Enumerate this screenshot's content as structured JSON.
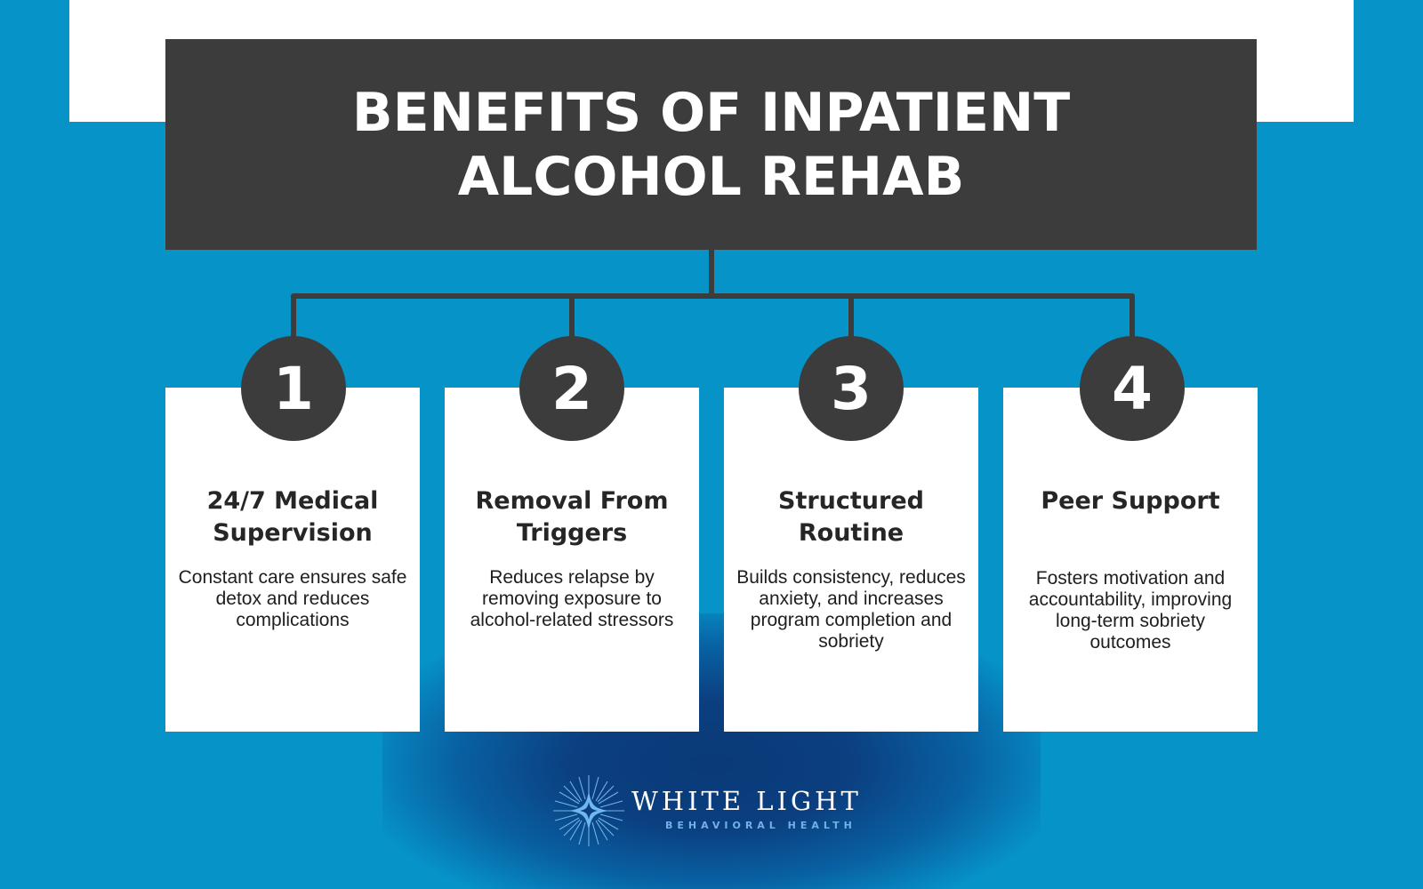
{
  "header": {
    "title_line1": "BENEFITS OF INPATIENT",
    "title_line2": "ALCOHOL REHAB"
  },
  "benefits": [
    {
      "number": "1",
      "title": "24/7 Medical Supervision",
      "description": "Constant care ensures safe detox and reduces complications"
    },
    {
      "number": "2",
      "title": "Removal From Triggers",
      "description": "Reduces relapse by removing exposure to alcohol-related stressors"
    },
    {
      "number": "3",
      "title": "Structured Routine",
      "description": "Builds consistency, reduces anxiety, and increases program completion and sobriety"
    },
    {
      "number": "4",
      "title": "Peer Support",
      "description": "Fosters motivation and accountability, improving long-term sobriety outcomes"
    }
  ],
  "logo": {
    "icon": "sunburst-star-icon",
    "name": "WHITE LIGHT",
    "subtitle": "BEHAVIORAL HEALTH"
  },
  "colors": {
    "background": "#0693c8",
    "header": "#3c3c3c",
    "card": "#ffffff",
    "logo_glow": "#0a3a78",
    "logo_subtitle": "#6fb3e6"
  }
}
